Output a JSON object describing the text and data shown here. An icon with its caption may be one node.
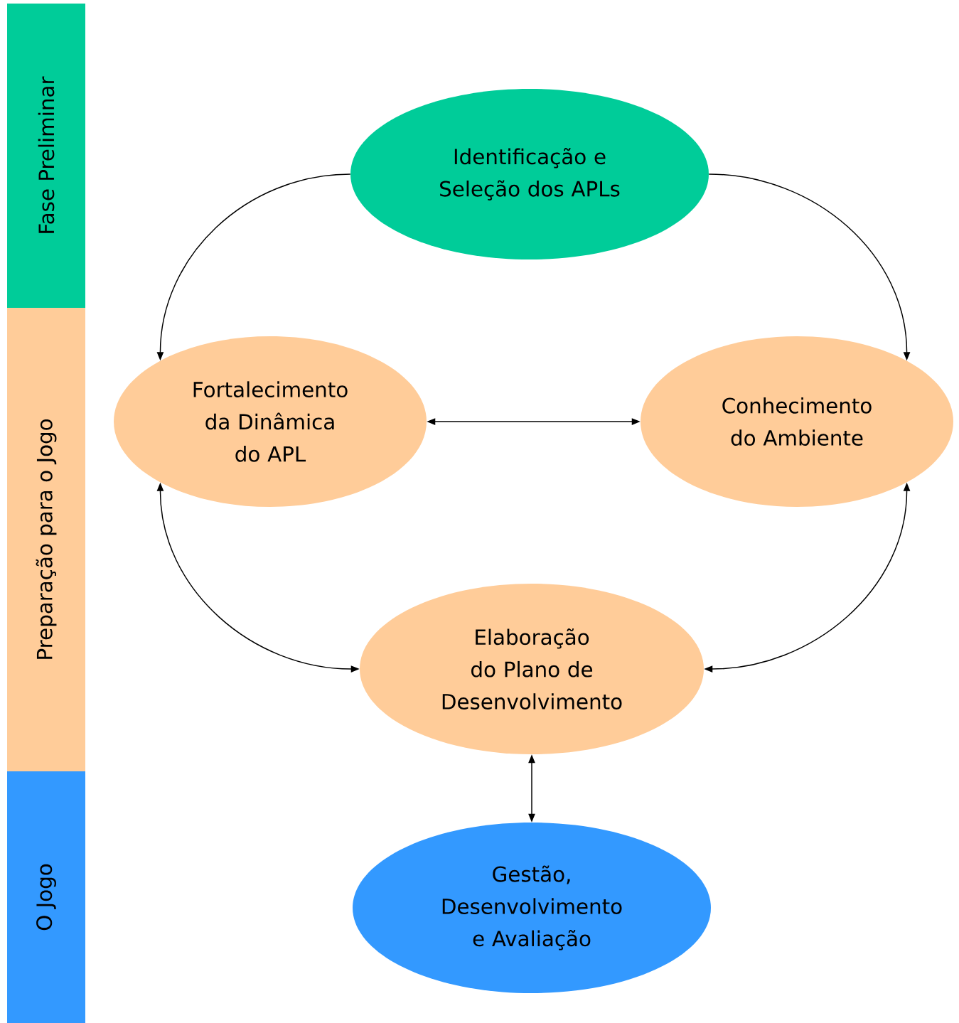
{
  "diagram": {
    "nodes": [
      {
        "text": [
          "Fase Preliminar"
        ]
      },
      {
        "text": [
          "Preparação para o Jogo"
        ]
      },
      {
        "text": [
          "O Jogo"
        ]
      },
      {
        "text": [
          "Identificação e Seleção dos APLs"
        ]
      },
      {
        "text": [
          "Fortalecimento da Dinâmica do APL"
        ]
      },
      {
        "text": [
          "Conhecimento do Ambiente"
        ]
      },
      {
        "text": [
          "Elaboração do Plano de Desenvolvimento"
        ]
      },
      {
        "text": [
          "Gestão, Desenvolvimento e Avaliação"
        ]
      }
    ],
    "edges": [
      {
        "from": 3,
        "to": 4,
        "arrow": "to"
      },
      {
        "from": 3,
        "to": 5,
        "arrow": "to"
      },
      {
        "from": 4,
        "to": 5,
        "arrow": "both"
      },
      {
        "from": 4,
        "to": 6,
        "arrow": "both"
      },
      {
        "from": 5,
        "to": 6,
        "arrow": "both"
      },
      {
        "from": 6,
        "to": 7,
        "arrow": "both"
      }
    ]
  }
}
